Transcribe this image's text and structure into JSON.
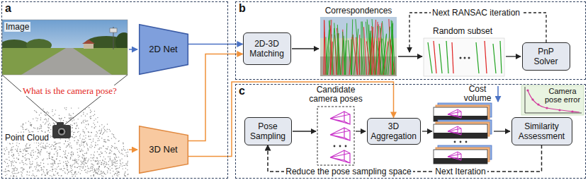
{
  "diagram": {
    "nodes": [
      {
        "text": [
          "a"
        ]
      },
      {
        "text": [
          "2D Net"
        ],
        "in": 0
      },
      {
        "text": [
          "3D Net"
        ],
        "in": 0
      },
      {
        "text": [
          "b"
        ]
      },
      {
        "text": [
          "2D-3D Matching"
        ],
        "in": 3
      },
      {
        "text": [
          "PnP Solver"
        ],
        "in": 3
      },
      {
        "text": [
          "c"
        ]
      },
      {
        "text": [
          "Pose Sampling"
        ],
        "in": 6
      },
      {
        "text": [
          "3D Aggregation"
        ],
        "in": 6
      },
      {
        "text": [
          "Similarity Assessment"
        ],
        "in": 6
      }
    ],
    "edges": [
      {
        "from": 1,
        "to": 4,
        "arrow": "to"
      },
      {
        "from": 2,
        "to": 4,
        "arrow": "to"
      },
      {
        "from": 2,
        "to": 8,
        "arrow": "to"
      },
      {
        "from": 9,
        "to": 7,
        "arrow": "to"
      }
    ],
    "labels": [
      "Image",
      "What is the camera pose?",
      "Point Cloud",
      "Correspondences",
      "Next RANSAC iteration",
      "Random subset",
      "Candidate camera poses",
      "Cost volume",
      "Camera pose error",
      "Reduce the pose sampling space",
      "Next Iteration"
    ]
  }
}
